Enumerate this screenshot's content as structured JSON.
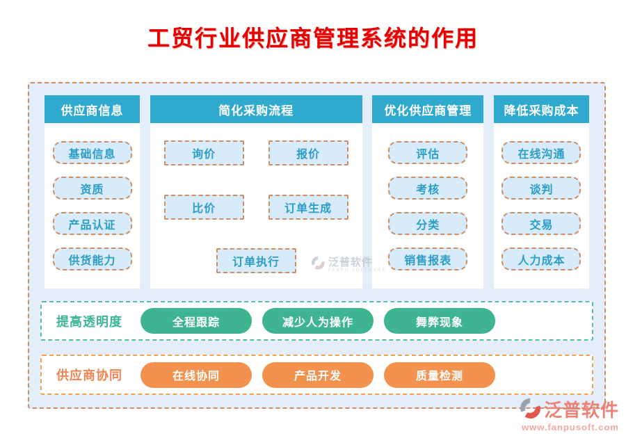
{
  "page": {
    "title": "工贸行业供应商管理系统的作用"
  },
  "colors": {
    "title_red": "#e60000",
    "header_teal": "#2fa9cd",
    "panel_bg": "#e4eefa",
    "panel_border": "#cd8d60",
    "item_bg": "#d8ebfa",
    "item_text": "#2b9dc6",
    "green": "#3fb491",
    "orange": "#f3914f",
    "brand_red": "#ec8175"
  },
  "columns": [
    {
      "header": "供应商信息",
      "items": [
        "基础信息",
        "资质",
        "产品认证",
        "供货能力"
      ]
    },
    {
      "header": "简化采购流程",
      "items": [
        "询价",
        "报价",
        "比价",
        "订单生成",
        "订单执行"
      ]
    },
    {
      "header": "优化供应商管理",
      "items": [
        "评估",
        "考核",
        "分类",
        "销售报表"
      ]
    },
    {
      "header": "降低采购成本",
      "items": [
        "在线沟通",
        "谈判",
        "交易",
        "人力成本"
      ]
    }
  ],
  "bands": [
    {
      "label": "提高透明度",
      "pills": [
        "全程跟踪",
        "减少人为操作",
        "舞弊现象"
      ]
    },
    {
      "label": "供应商协同",
      "pills": [
        "在线协同",
        "产品开发",
        "质量检测"
      ]
    }
  ],
  "watermark": {
    "name": "泛普软件",
    "subtext": "FANPU SOFTWARE"
  },
  "brand": {
    "name": "泛普软件",
    "url": "www.fanpusoft.com"
  }
}
